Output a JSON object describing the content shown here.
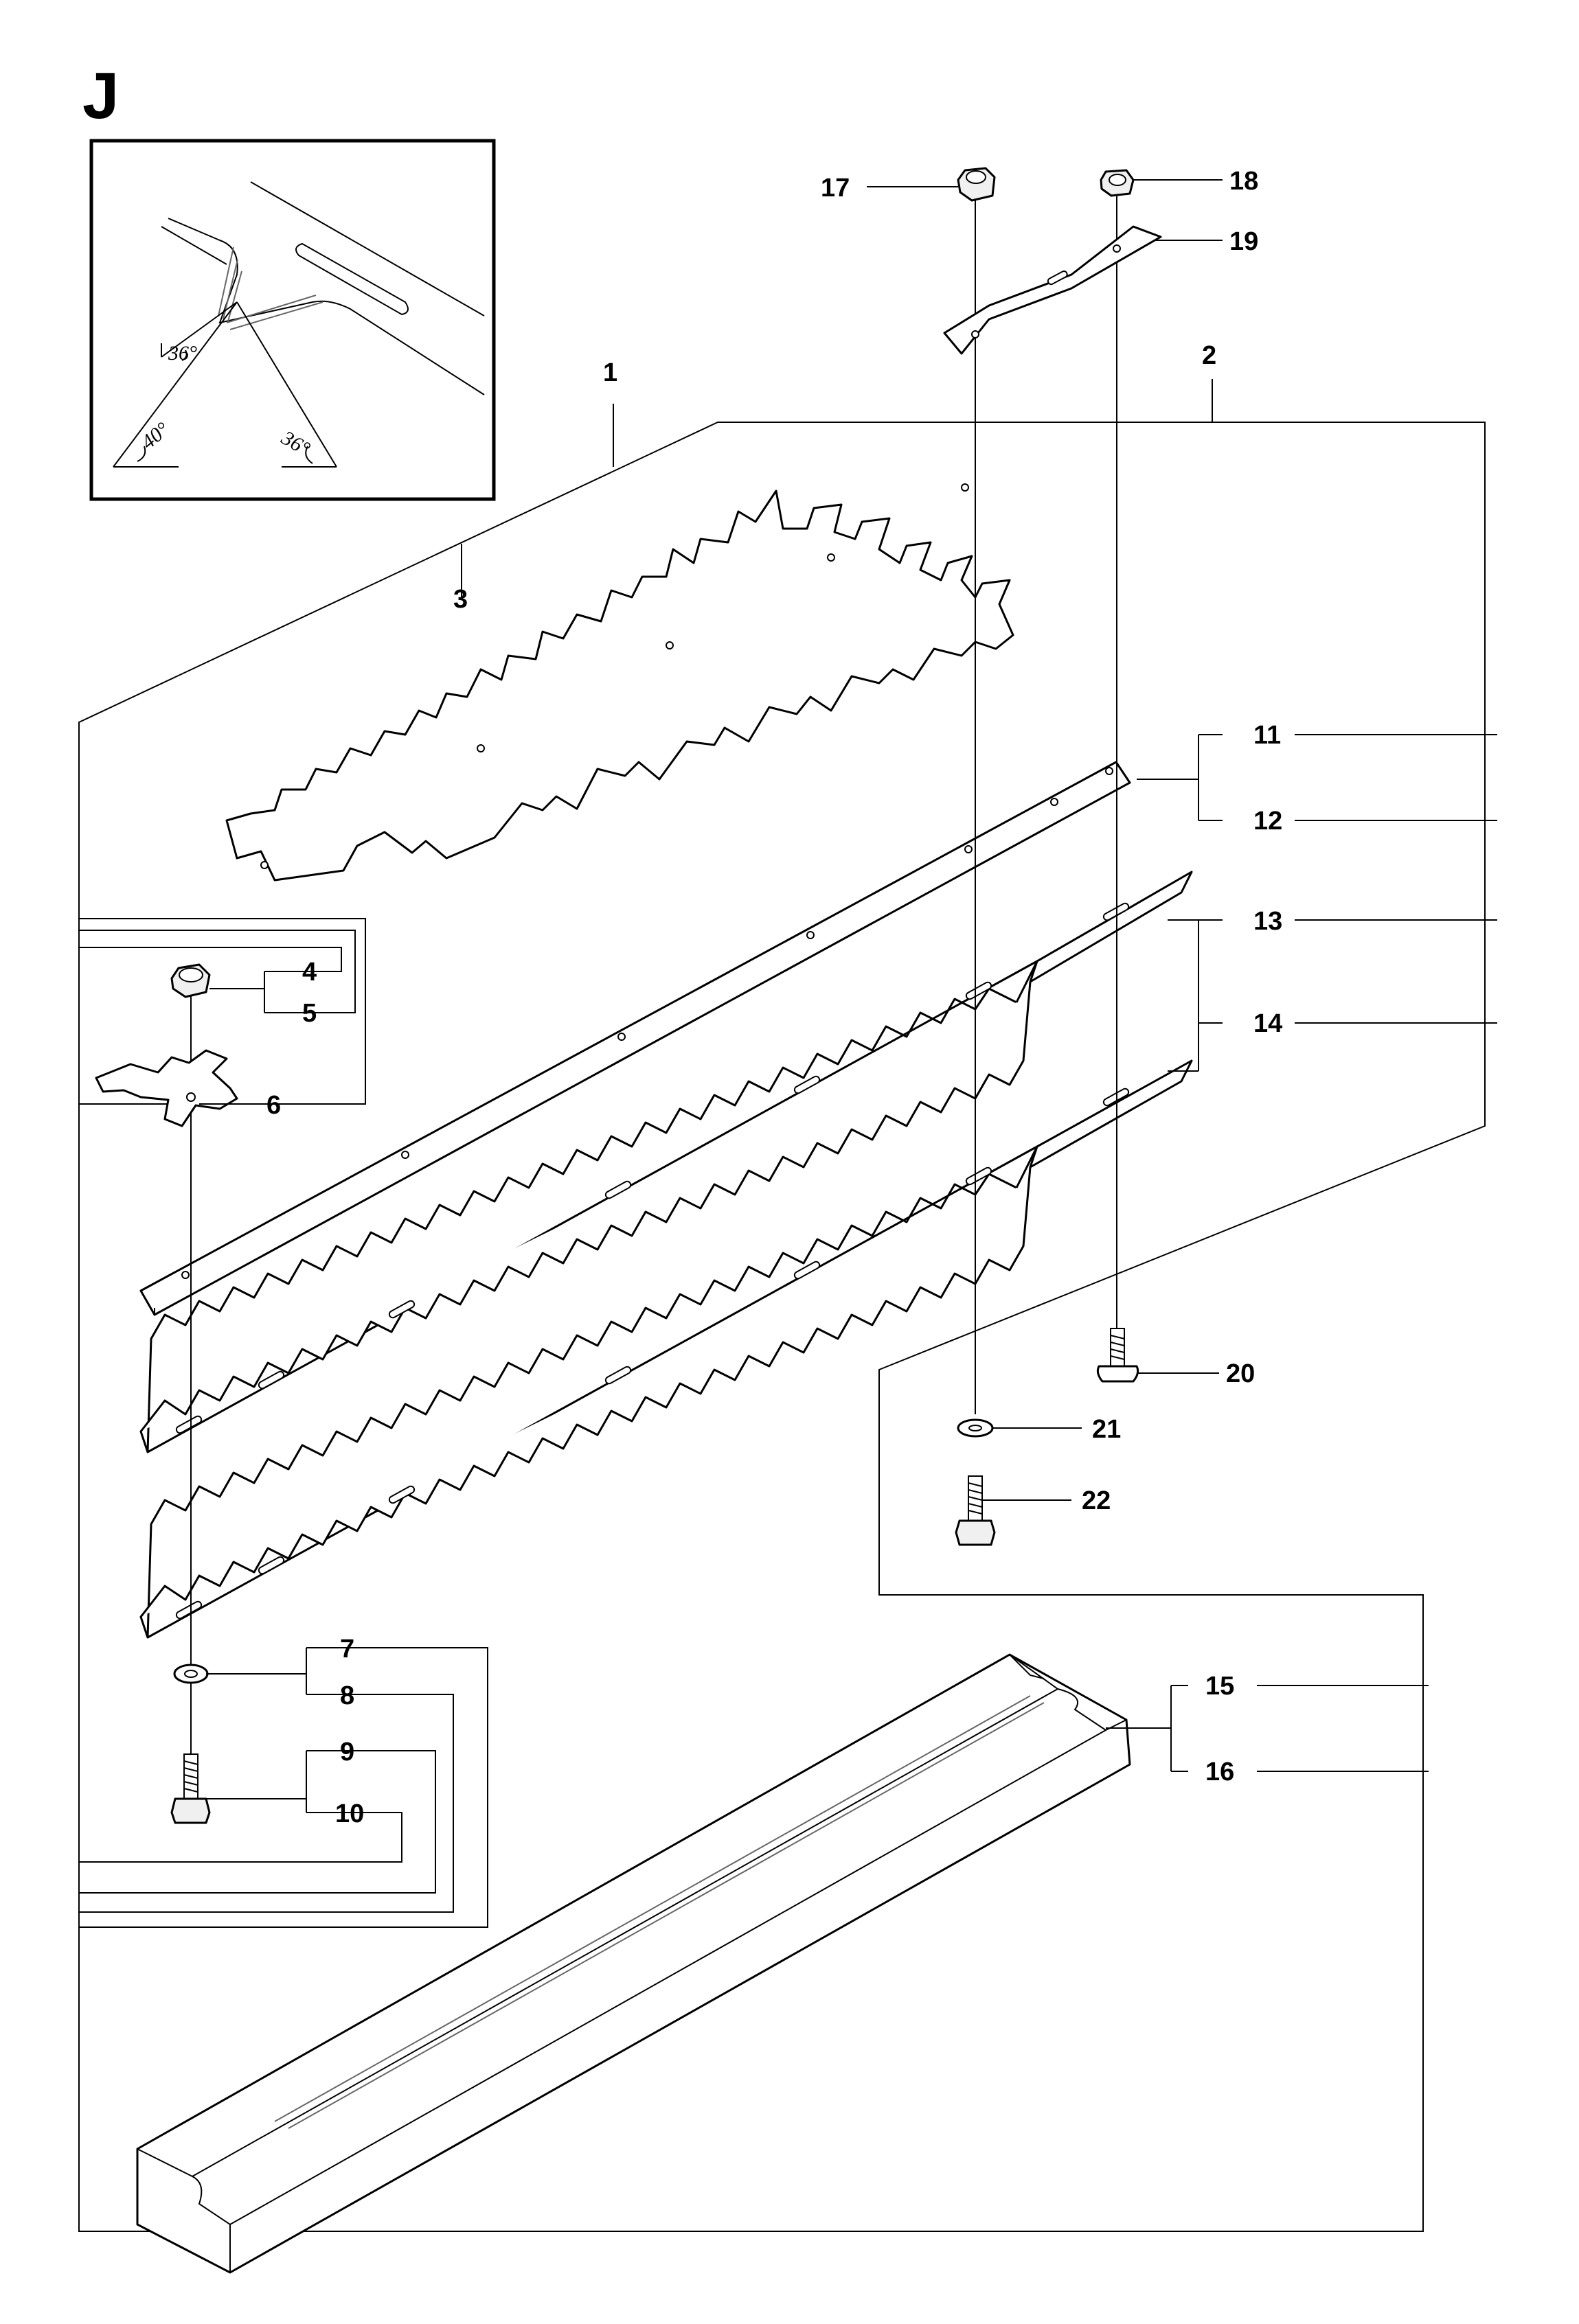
{
  "section_letter": "J",
  "inset": {
    "angle_labels": [
      "36°",
      "40°",
      "36°"
    ]
  },
  "callouts": [
    "1",
    "2",
    "3",
    "4",
    "5",
    "6",
    "7",
    "8",
    "9",
    "10",
    "11",
    "12",
    "13",
    "14",
    "15",
    "16",
    "17",
    "18",
    "19",
    "20",
    "21",
    "22"
  ]
}
